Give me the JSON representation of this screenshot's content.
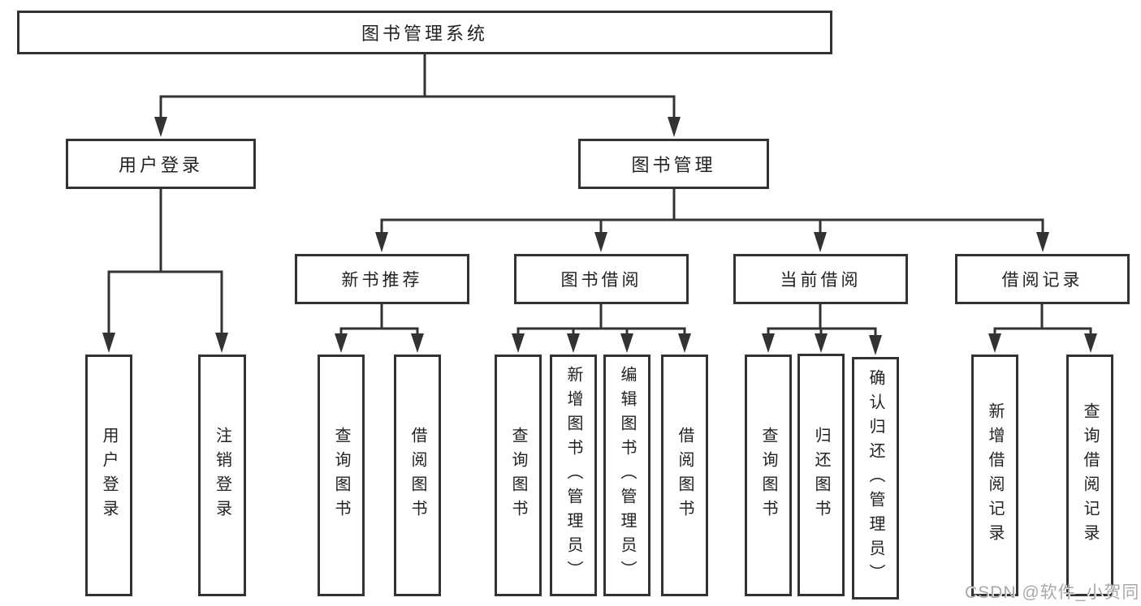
{
  "diagram": {
    "title": "图书管理系统",
    "level2": [
      {
        "label": "用户登录"
      },
      {
        "label": "图书管理"
      }
    ],
    "level3": [
      {
        "label": "新书推荐",
        "parent": "图书管理"
      },
      {
        "label": "图书借阅",
        "parent": "图书管理"
      },
      {
        "label": "当前借阅",
        "parent": "图书管理"
      },
      {
        "label": "借阅记录",
        "parent": "图书管理"
      }
    ],
    "leaves": [
      {
        "label": "用户登录",
        "parent": "用户登录"
      },
      {
        "label": "注销登录",
        "parent": "用户登录"
      },
      {
        "label": "查询图书",
        "parent": "新书推荐"
      },
      {
        "label": "借阅图书",
        "parent": "新书推荐"
      },
      {
        "label": "查询图书",
        "parent": "图书借阅"
      },
      {
        "label": "新增图书（管理员）",
        "parent": "图书借阅"
      },
      {
        "label": "编辑图书（管理员）",
        "parent": "图书借阅"
      },
      {
        "label": "借阅图书",
        "parent": "图书借阅"
      },
      {
        "label": "查询图书",
        "parent": "当前借阅"
      },
      {
        "label": "归还图书",
        "parent": "当前借阅"
      },
      {
        "label": "确认归还（管理员）",
        "parent": "当前借阅"
      },
      {
        "label": "新增借阅记录",
        "parent": "借阅记录"
      },
      {
        "label": "查询借阅记录",
        "parent": "借阅记录"
      }
    ],
    "watermark": "CSDN @软件_小贺同学",
    "colors": {
      "line": "#333333",
      "box_border": "#333333",
      "text": "#222222",
      "background": "#ffffff",
      "watermark": "#a9a9a9"
    }
  }
}
